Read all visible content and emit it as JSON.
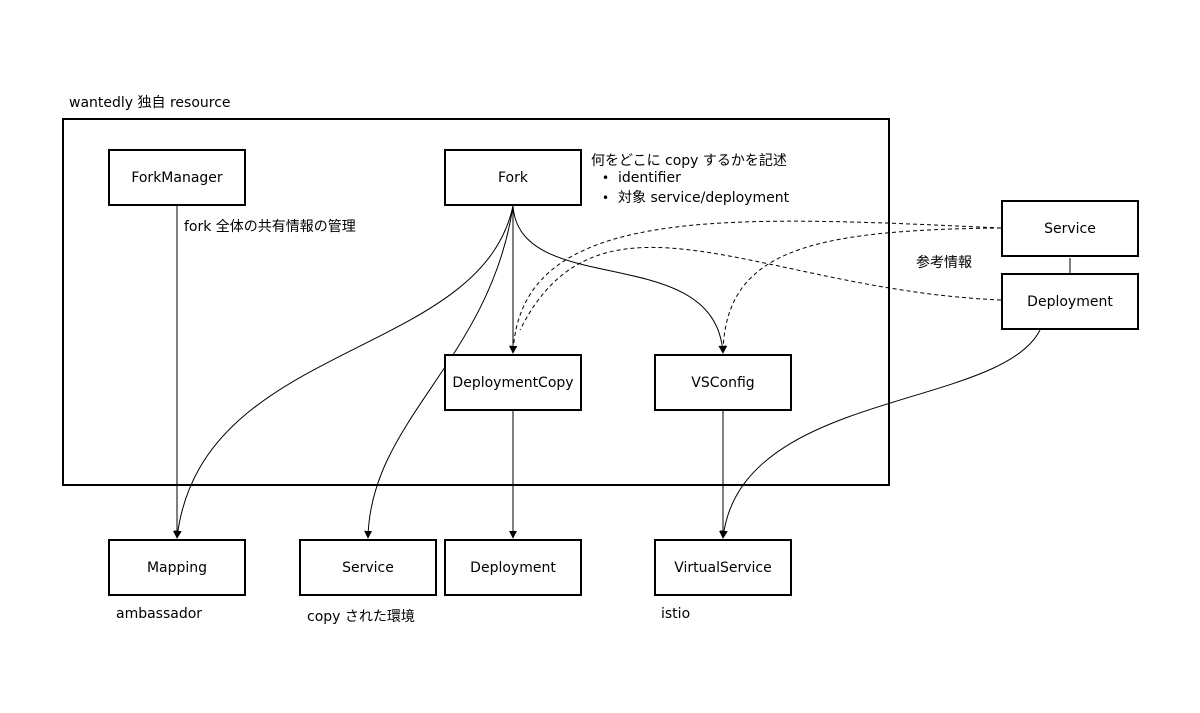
{
  "group": {
    "label": "wantedly 独自 resource"
  },
  "nodes": {
    "forkmanager": "ForkManager",
    "fork": "Fork",
    "deploymentcopy": "DeploymentCopy",
    "vsconfig": "VSConfig",
    "ref_service": "Service",
    "ref_deployment": "Deployment",
    "mapping": "Mapping",
    "out_service": "Service",
    "out_deployment": "Deployment",
    "virtualservice": "VirtualService"
  },
  "notes": {
    "fork_title": "何をどこに copy するかを記述",
    "fork_items": [
      "identifier",
      "対象 service/deployment"
    ],
    "forkmanager": "fork 全体の共有情報の管理",
    "reference": "参考情報",
    "ambassador": "ambassador",
    "copied_env": "copy された環境",
    "istio": "istio"
  }
}
